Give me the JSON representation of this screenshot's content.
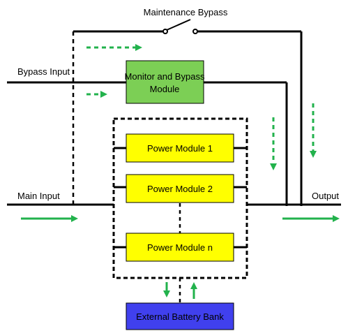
{
  "labels": {
    "maintenance_bypass": "Maintenance Bypass",
    "bypass_input": "Bypass Input",
    "main_input": "Main Input",
    "output": "Output"
  },
  "modules": {
    "monitor_bypass_line1": "Monitor and Bypass",
    "monitor_bypass_line2": "Module",
    "power_module_1": "Power Module 1",
    "power_module_2": "Power Module 2",
    "power_module_n": "Power Module n",
    "battery_bank": "External Battery Bank"
  },
  "colors": {
    "monitor_module_fill": "#7ccf55",
    "power_module_fill": "#ffff00",
    "battery_fill": "#4040ee",
    "flow_arrow": "#22b24c",
    "line": "#000000"
  }
}
